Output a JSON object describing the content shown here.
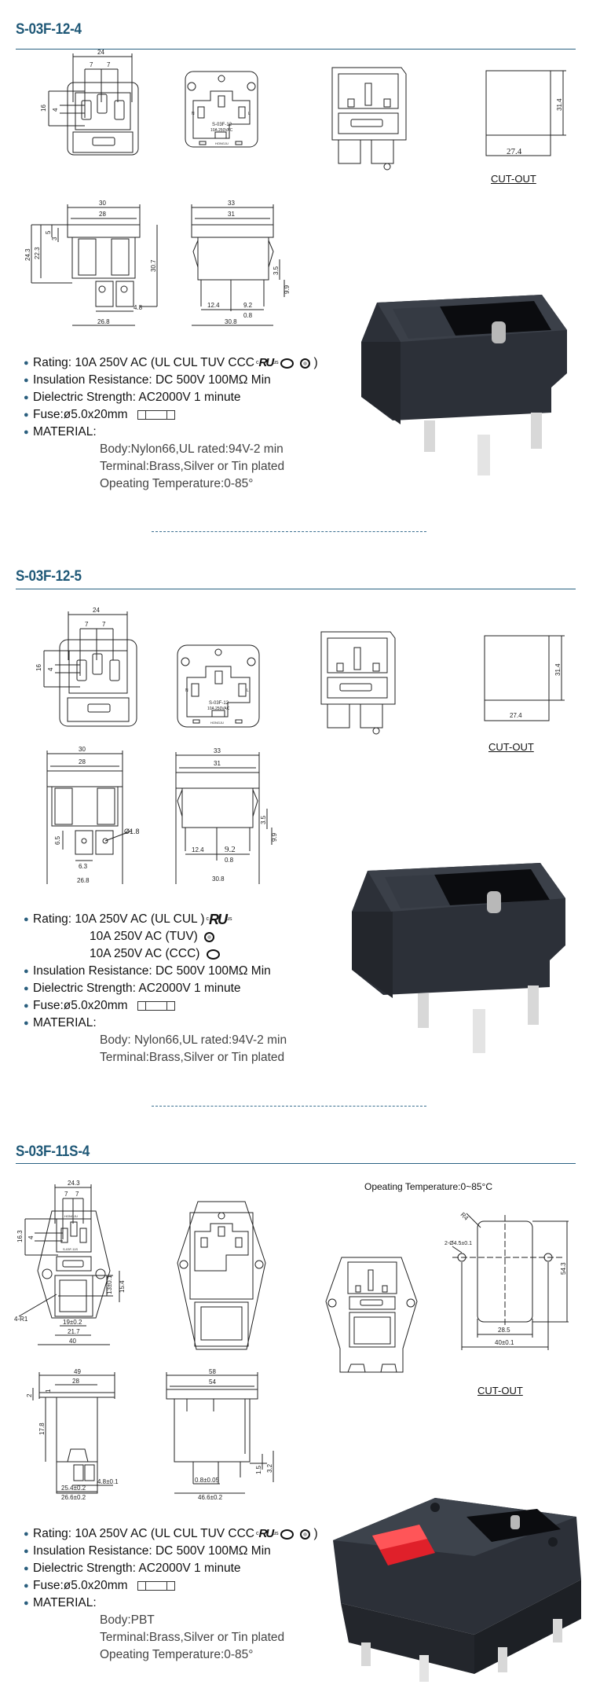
{
  "sections": [
    {
      "title": "S-03F-12-4",
      "front_dims": [
        "24",
        "7",
        "7",
        "16",
        "4"
      ],
      "back_text": [
        "S-03F-12",
        "10A 250VAC",
        "HONGJU",
        "N",
        "L"
      ],
      "cutout_dims": [
        "27.4",
        "31.4"
      ],
      "cutout_label": "CUT-OUT",
      "side1_dims": [
        "30",
        "28",
        "5",
        "3",
        "24.3",
        "22.3",
        "30.7",
        "4.8",
        "26.8"
      ],
      "side2_dims": [
        "33",
        "31",
        "3.5",
        "9.9",
        "12.4",
        "9.2",
        "0.8",
        "30.8"
      ],
      "specs": {
        "rating": "Rating: 10A 250V AC (UL CUL TUV CCC",
        "rating_close": ")",
        "insulation": "Insulation Resistance: DC 500V 100MΩ Min",
        "dielectric": "Dielectric Strength: AC2000V 1 minute",
        "fuse": "Fuse:ø5.0x20mm",
        "material_label": "MATERIAL:",
        "material": [
          "Body:Nylon66,UL rated:94V-2 min",
          "Terminal:Brass,Silver or Tin plated",
          "Opeating Temperature:0-85°"
        ]
      }
    },
    {
      "title": "S-03F-12-5",
      "front_dims": [
        "24",
        "7",
        "7",
        "16",
        "4"
      ],
      "back_text": [
        "S-03F-12",
        "10A 250VAC",
        "HONGJU",
        "N",
        "L"
      ],
      "cutout_dims": [
        "27.4",
        "31.4"
      ],
      "cutout_label": "CUT-OUT",
      "side1_dims": [
        "30",
        "28",
        "Ø1.8",
        "6.5",
        "6.3",
        "26.8"
      ],
      "side2_dims": [
        "33",
        "31",
        "3.5",
        "9.9",
        "12.4",
        "9.2",
        "0.8",
        "30.8"
      ],
      "specs": {
        "rating_lines": [
          "Rating: 10A 250V AC (UL CUL )",
          "10A 250V AC (TUV)",
          "10A 250V AC (CCC)"
        ],
        "insulation": "Insulation Resistance: DC 500V 100MΩ Min",
        "dielectric": "Dielectric Strength: AC2000V 1 minute",
        "fuse": "Fuse:ø5.0x20mm",
        "material_label": "MATERIAL:",
        "material": [
          "Body: Nylon66,UL rated:94V-2 min",
          "Terminal:Brass,Silver or Tin plated"
        ]
      }
    },
    {
      "title": "S-03F-11S-4",
      "temp_note": "Opeating Temperature:0~85°C",
      "front_dims": [
        "24.3",
        "7",
        "7",
        "16.3",
        "4",
        "13±0.1",
        "15.4",
        "4-R1",
        "19±0.2",
        "21.7",
        "40"
      ],
      "front_text": [
        "HONGJU",
        "S-03F-11S"
      ],
      "cutout_dims": [
        "R4",
        "2-Ø4.5±0.1",
        "54.3",
        "28.5",
        "40±0.1"
      ],
      "cutout_label": "CUT-OUT",
      "side1_dims": [
        "49",
        "28",
        "2",
        "1",
        "17.8",
        "4.8±0.1",
        "25.4±0.2",
        "26.6±0.2"
      ],
      "side2_dims": [
        "58",
        "54",
        "1.5",
        "3.2",
        "0.8±0.05",
        "46.6±0.2"
      ],
      "specs": {
        "rating": "Rating: 10A 250V AC (UL CUL TUV CCC",
        "rating_close": ")",
        "insulation": "Insulation Resistance: DC 500V 100MΩ Min",
        "dielectric": "Dielectric Strength: AC2000V 1 minute",
        "fuse": "Fuse:ø5.0x20mm",
        "material_label": "MATERIAL:",
        "material": [
          "Body:PBT",
          "Terminal:Brass,Silver or Tin plated",
          "Opeating Temperature:0-85°"
        ]
      }
    }
  ],
  "cert_logo": {
    "c": "c",
    "ul": "RU",
    "us": "us",
    "ccc": "CCC"
  },
  "colors": {
    "heading": "#1f5877",
    "divider": "#2a6282",
    "product_body": "#2c3038",
    "switch_red": "#e0202a"
  }
}
